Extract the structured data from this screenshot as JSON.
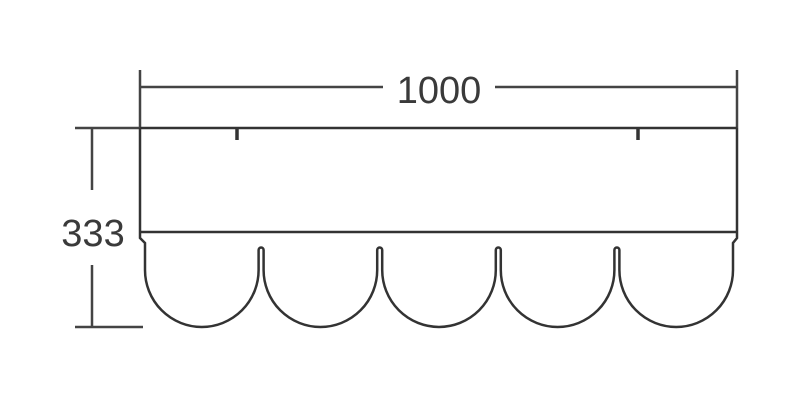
{
  "diagram": {
    "width_label": "1000",
    "height_label": "333",
    "tongue_count": 5,
    "stroke_color": "#333333"
  }
}
